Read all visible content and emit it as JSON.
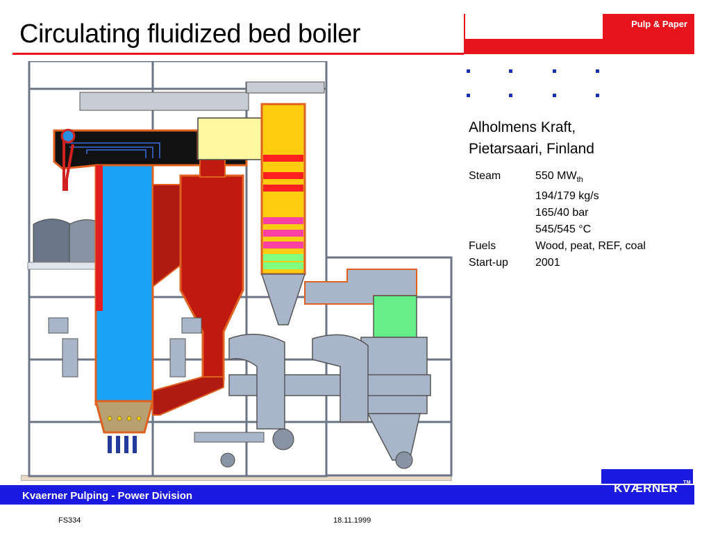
{
  "slide": {
    "title": "Circulating fluidized bed boiler",
    "brand_tag": "Pulp & Paper"
  },
  "info": {
    "plant_line1": "Alholmens Kraft,",
    "plant_line2": "Pietarsaari, Finland",
    "specs": [
      {
        "key": "Steam",
        "value": "550 MW",
        "sub": "th"
      },
      {
        "key": "",
        "value": "194/179 kg/s",
        "sub": ""
      },
      {
        "key": "",
        "value": "165/40 bar",
        "sub": ""
      },
      {
        "key": "",
        "value": "545/545 °C",
        "sub": ""
      },
      {
        "key": "Fuels",
        "value": "Wood, peat, REF, coal",
        "sub": ""
      },
      {
        "key": "Start-up",
        "value": "2001",
        "sub": ""
      }
    ]
  },
  "footer": {
    "division": "Kvaerner Pulping - Power Division",
    "logo": "KVÆRNER",
    "logo_tm": "TM",
    "doc_id": "FS334",
    "date": "18.11.1999"
  },
  "colors": {
    "accent_red": "#e8141c",
    "footer_blue": "#1a1ae0",
    "furnace_blue": "#1aa4f5",
    "cyclone_red": "#c01a10",
    "steel_grey": "#a9b6c9"
  }
}
